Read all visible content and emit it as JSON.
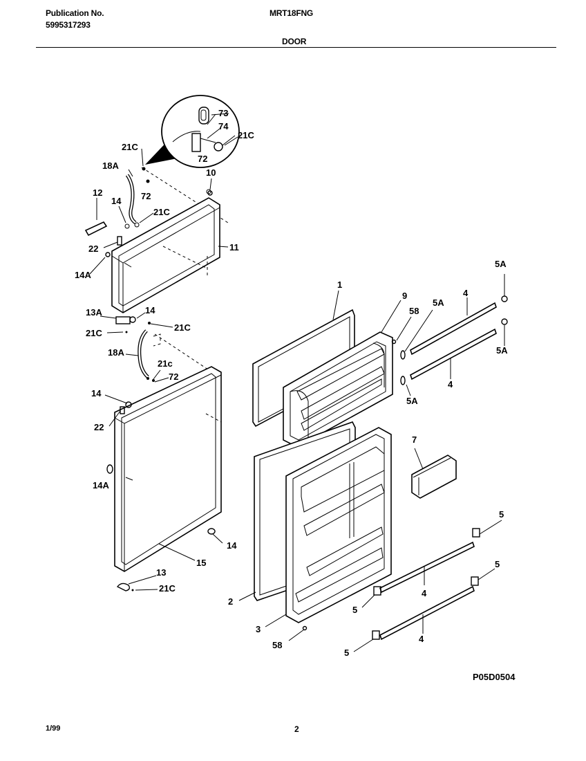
{
  "header": {
    "publication_label": "Publication No.",
    "publication_number": "5995317293",
    "model": "MRT18FNG",
    "section_title": "DOOR"
  },
  "footer": {
    "figure_code": "P05D0504",
    "date": "1/99",
    "page_number": "2"
  },
  "labels": [
    {
      "id": "73",
      "text": "73"
    },
    {
      "id": "74",
      "text": "74"
    },
    {
      "id": "21c-detail",
      "text": "21C"
    },
    {
      "id": "72-detail",
      "text": "72"
    },
    {
      "id": "21c-a",
      "text": "21C"
    },
    {
      "id": "18a-upper",
      "text": "18A"
    },
    {
      "id": "10",
      "text": "10"
    },
    {
      "id": "72-upper",
      "text": "72"
    },
    {
      "id": "12",
      "text": "12"
    },
    {
      "id": "14-upper",
      "text": "14"
    },
    {
      "id": "21c-b",
      "text": "21C"
    },
    {
      "id": "22-upper",
      "text": "22"
    },
    {
      "id": "11",
      "text": "11"
    },
    {
      "id": "14a-upper",
      "text": "14A"
    },
    {
      "id": "13a",
      "text": "13A"
    },
    {
      "id": "14-mid",
      "text": "14"
    },
    {
      "id": "21c-c",
      "text": "21C"
    },
    {
      "id": "21c-d",
      "text": "21C"
    },
    {
      "id": "18a-lower",
      "text": "18A"
    },
    {
      "id": "21c-lower",
      "text": "21c"
    },
    {
      "id": "72-lower",
      "text": "72"
    },
    {
      "id": "14-lower",
      "text": "14"
    },
    {
      "id": "22-lower",
      "text": "22"
    },
    {
      "id": "14a-lower",
      "text": "14A"
    },
    {
      "id": "14-bottom",
      "text": "14"
    },
    {
      "id": "15",
      "text": "15"
    },
    {
      "id": "13",
      "text": "13"
    },
    {
      "id": "21c-bottom",
      "text": "21C"
    },
    {
      "id": "1",
      "text": "1"
    },
    {
      "id": "9",
      "text": "9"
    },
    {
      "id": "58-upper",
      "text": "58"
    },
    {
      "id": "5a-a",
      "text": "5A"
    },
    {
      "id": "4-a",
      "text": "4"
    },
    {
      "id": "5a-b",
      "text": "5A"
    },
    {
      "id": "5a-c",
      "text": "5A"
    },
    {
      "id": "4-b",
      "text": "4"
    },
    {
      "id": "5a-d",
      "text": "5A"
    },
    {
      "id": "7",
      "text": "7"
    },
    {
      "id": "5-a",
      "text": "5"
    },
    {
      "id": "5-b",
      "text": "5"
    },
    {
      "id": "4-c",
      "text": "4"
    },
    {
      "id": "5-c",
      "text": "5"
    },
    {
      "id": "2",
      "text": "2"
    },
    {
      "id": "3",
      "text": "3"
    },
    {
      "id": "58-lower",
      "text": "58"
    },
    {
      "id": "5-d",
      "text": "5"
    },
    {
      "id": "4-d",
      "text": "4"
    }
  ]
}
